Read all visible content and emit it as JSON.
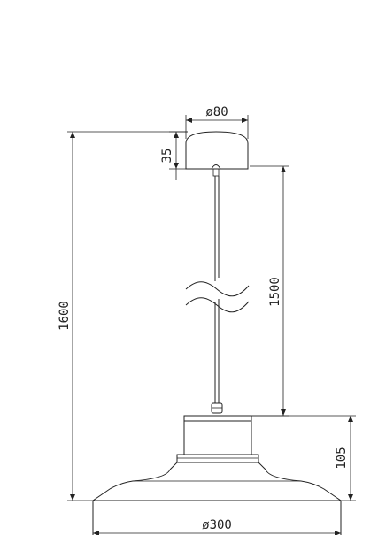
{
  "dimensions": {
    "canopy_diameter": "ø80",
    "canopy_height": "35",
    "total_height": "1600",
    "cable_length": "1500",
    "shade_height": "105",
    "shade_diameter": "ø300"
  }
}
